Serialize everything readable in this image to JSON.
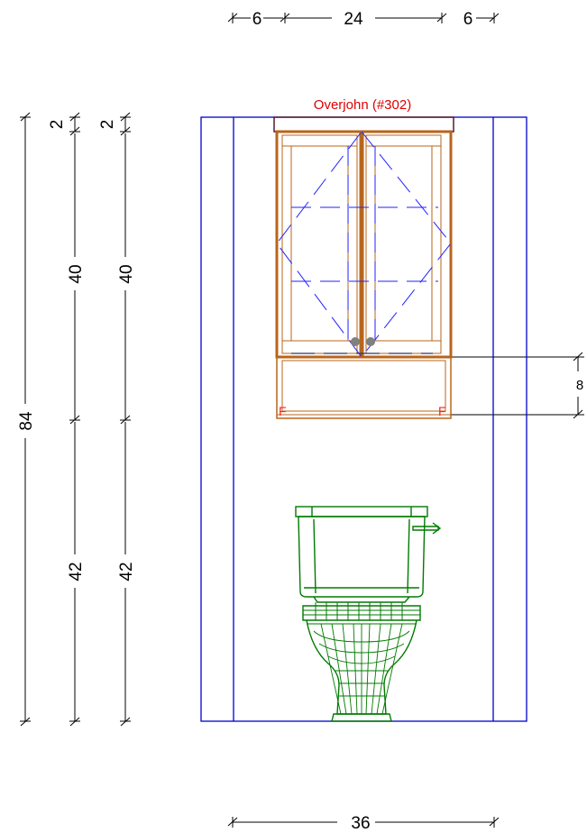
{
  "drawing": {
    "cabinet_label": "Overjohn (#302)",
    "filler_marker": "F"
  },
  "dimensions": {
    "top_left_side": "6",
    "top_center": "24",
    "top_right_side": "6",
    "bottom_width": "36",
    "total_height": "84",
    "col1_top_gap": "2",
    "col1_upper": "40",
    "col1_lower": "42",
    "col2_top_gap": "2",
    "col2_upper": "40",
    "col2_lower": "42",
    "right_bottom_gap": "8"
  },
  "colors": {
    "wall_outline": "#0000cc",
    "cabinet_wood": "#b8651a",
    "toilet": "#007a00",
    "label_red": "#e00000",
    "dimension_line": "#000000"
  }
}
